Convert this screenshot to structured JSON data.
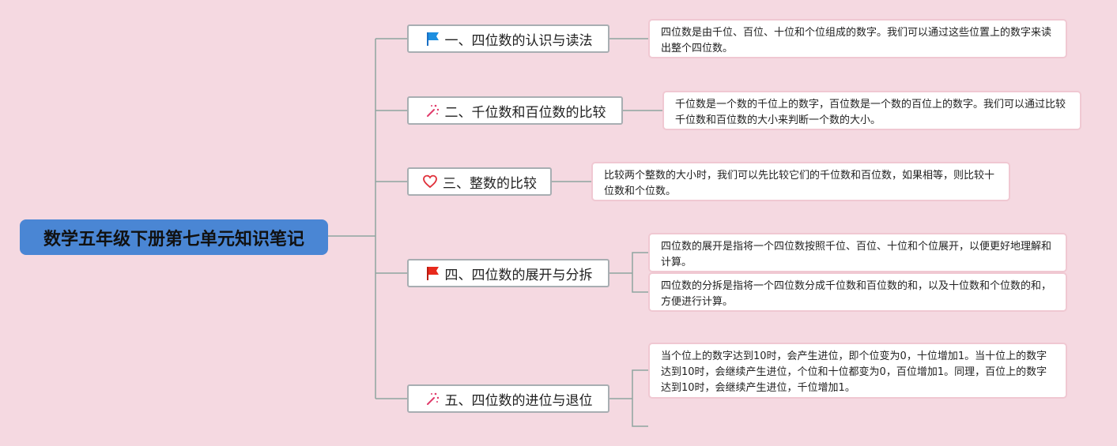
{
  "root": {
    "title": "数学五年级下册第七单元知识笔记"
  },
  "branches": [
    {
      "icon": "blue-flag-icon",
      "label": "一、四位数的认识与读法",
      "notes": [
        "四位数是由千位、百位、十位和个位组成的数字。我们可以通过这些位置上的数字来读出整个四位数。"
      ]
    },
    {
      "icon": "sparkle-icon",
      "label": "二、千位数和百位数的比较",
      "notes": [
        "千位数是一个数的千位上的数字，百位数是一个数的百位上的数字。我们可以通过比较千位数和百位数的大小来判断一个数的大小。"
      ]
    },
    {
      "icon": "heart-icon",
      "label": "三、整数的比较",
      "notes": [
        "比较两个整数的大小时，我们可以先比较它们的千位数和百位数，如果相等，则比较十位数和个位数。"
      ]
    },
    {
      "icon": "red-flag-icon",
      "label": "四、四位数的展开与分拆",
      "notes": [
        "四位数的展开是指将一个四位数按照千位、百位、十位和个位展开，以便更好地理解和计算。",
        "四位数的分拆是指将一个四位数分成千位数和百位数的和，以及十位数和个位数的和，方便进行计算。"
      ]
    },
    {
      "icon": "sparkle-icon",
      "label": "五、四位数的进位与退位",
      "notes": [
        "当个位上的数字达到10时，会产生进位，即个位变为0，十位增加1。当十位上的数字达到10时，会继续产生进位，个位和十位都变为0，百位增加1。同理，百位上的数字达到10时，会继续产生进位，千位增加1。"
      ]
    }
  ]
}
